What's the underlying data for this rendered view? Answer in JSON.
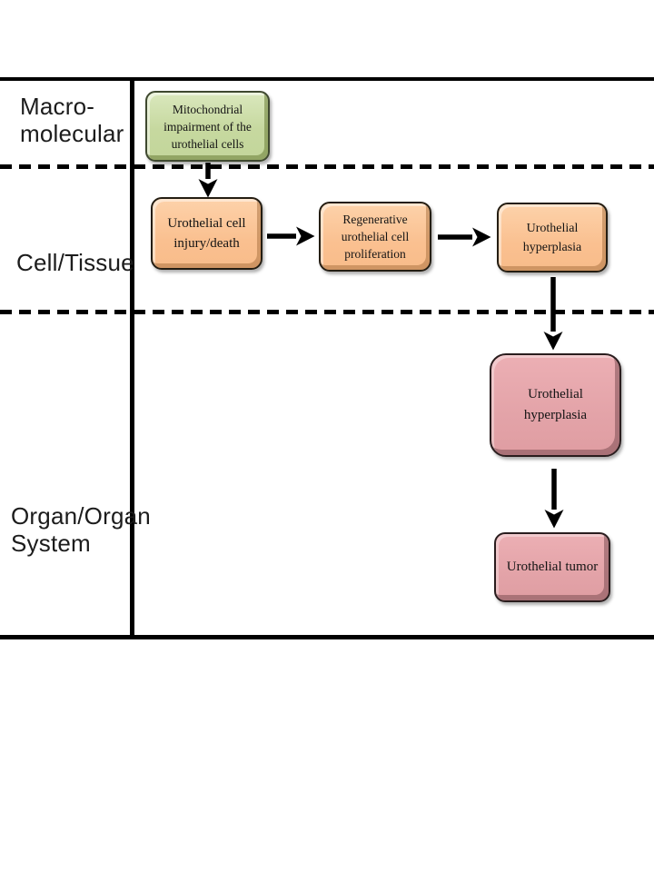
{
  "background_color": "#ffffff",
  "line_color": "#000000",
  "rows": [
    {
      "label": "Macro-molecular",
      "label_lines": [
        "Macro-",
        "molecular"
      ]
    },
    {
      "label": "Cell/Tissue",
      "label_lines": [
        "Cell/Tissue"
      ]
    },
    {
      "label": "Organ/Organ System",
      "label_lines": [
        "Organ/Organ",
        "System"
      ]
    }
  ],
  "nodes": [
    {
      "label": "Mitochondrial impairment of the urothelial cells",
      "lines": [
        "Mitochondrial",
        "impairment of the",
        "urothelial cells"
      ],
      "row": "Macro-molecular",
      "fill": "#c3d69b",
      "border": "#3f4930"
    },
    {
      "label": "Urothelial cell injury/death",
      "lines": [
        "Urothelial cell",
        "injury/death"
      ],
      "row": "Cell/Tissue",
      "fill": "#fac090",
      "border": "#241d12"
    },
    {
      "label": "Regenerative urothelial cell proliferation",
      "lines": [
        "Regenerative",
        "urothelial cell",
        "proliferation"
      ],
      "row": "Cell/Tissue",
      "fill": "#fac090",
      "border": "#241d12"
    },
    {
      "label": "Urothelial hyperplasia",
      "lines": [
        "Urothelial",
        "hyperplasia"
      ],
      "row": "Cell/Tissue",
      "fill": "#fac090",
      "border": "#241d12"
    },
    {
      "label": "Urothelial hyperplasia",
      "lines": [
        "Urothelial",
        "hyperplasia"
      ],
      "row": "Organ/Organ System",
      "fill": "#e3a3a8",
      "border": "#2a1d1e"
    },
    {
      "label": "Urothelial tumor",
      "lines": [
        "Urothelial tumor"
      ],
      "row": "Organ/Organ System",
      "fill": "#e3a3a8",
      "border": "#2a1d1e"
    }
  ],
  "connections": [
    {
      "from": "Mitochondrial impairment of the urothelial cells",
      "to": "Urothelial cell injury/death"
    },
    {
      "from": "Urothelial cell injury/death",
      "to": "Regenerative urothelial cell proliferation"
    },
    {
      "from": "Regenerative urothelial cell proliferation",
      "to": "Urothelial hyperplasia (Cell/Tissue)"
    },
    {
      "from": "Urothelial hyperplasia (Cell/Tissue)",
      "to": "Urothelial hyperplasia (Organ/Organ System)"
    },
    {
      "from": "Urothelial hyperplasia (Organ/Organ System)",
      "to": "Urothelial tumor"
    }
  ]
}
